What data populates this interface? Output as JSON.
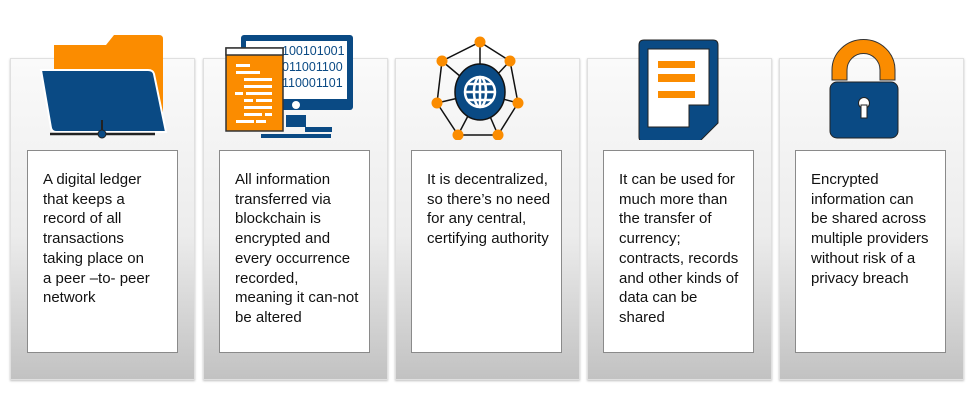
{
  "colors": {
    "blue": "#0a4a84",
    "orange": "#fb8c00"
  },
  "cards": [
    {
      "icon": "folder-network-icon",
      "lines": [
        "A digital ledger",
        "that keeps a",
        "record of all",
        "transactions",
        "taking place on",
        "a peer –to- peer",
        "network"
      ]
    },
    {
      "icon": "computer-code-icon",
      "binary": [
        "100101001",
        "011001100",
        "110001101"
      ],
      "lines": [
        "All information",
        "transferred via",
        "blockchain is",
        "encrypted and",
        "every occurrence",
        "recorded,",
        "meaning it can-not",
        "be altered"
      ]
    },
    {
      "icon": "decentralized-network-icon",
      "lines": [
        "It is decentralized,",
        "so there’s no need",
        "for any central,",
        "certifying authority"
      ]
    },
    {
      "icon": "document-icon",
      "lines": [
        "It can be used for",
        "much more than",
        "the transfer of",
        "currency;",
        "contracts, records",
        "and other kinds of",
        "data can be",
        "shared"
      ]
    },
    {
      "icon": "padlock-icon",
      "lines": [
        "Encrypted",
        "information can",
        "be shared across",
        "multiple providers",
        "without risk of a",
        "privacy breach"
      ]
    }
  ]
}
